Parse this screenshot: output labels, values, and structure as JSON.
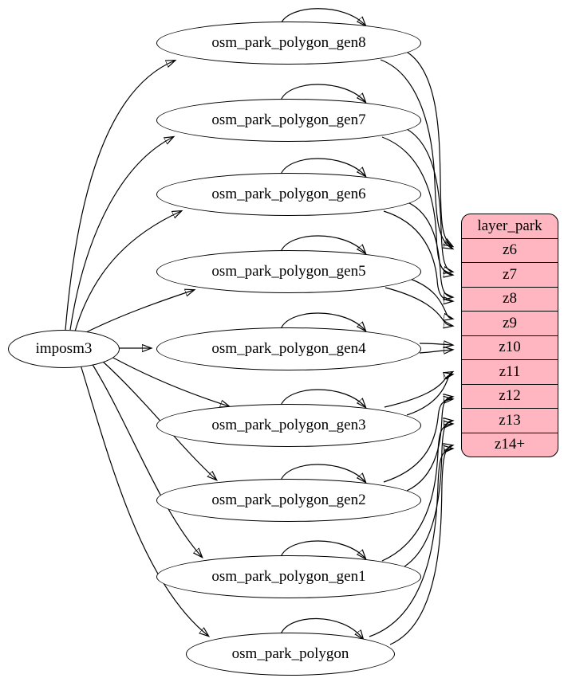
{
  "diagram": {
    "source_node": {
      "label": "imposm3"
    },
    "tables": [
      {
        "label": "osm_park_polygon_gen8",
        "self_loop": true,
        "feeds_zoom": "z6"
      },
      {
        "label": "osm_park_polygon_gen7",
        "self_loop": true,
        "feeds_zoom": "z7"
      },
      {
        "label": "osm_park_polygon_gen6",
        "self_loop": true,
        "feeds_zoom": "z8"
      },
      {
        "label": "osm_park_polygon_gen5",
        "self_loop": true,
        "feeds_zoom": "z9"
      },
      {
        "label": "osm_park_polygon_gen4",
        "self_loop": true,
        "feeds_zoom": "z10"
      },
      {
        "label": "osm_park_polygon_gen3",
        "self_loop": true,
        "feeds_zoom": "z11"
      },
      {
        "label": "osm_park_polygon_gen2",
        "self_loop": true,
        "feeds_zoom": "z12"
      },
      {
        "label": "osm_park_polygon_gen1",
        "self_loop": true,
        "feeds_zoom": "z13"
      },
      {
        "label": "osm_park_polygon",
        "self_loop": true,
        "feeds_zoom": "z14+"
      }
    ],
    "layer_table": {
      "header": "layer_park",
      "rows": [
        "z6",
        "z7",
        "z8",
        "z9",
        "z10",
        "z11",
        "z12",
        "z13",
        "z14+"
      ],
      "fill_color": "#ffb6c1",
      "border_color": "#000000"
    },
    "colors": {
      "edge": "#000000",
      "node_fill": "#ffffff",
      "node_border": "#000000"
    }
  }
}
